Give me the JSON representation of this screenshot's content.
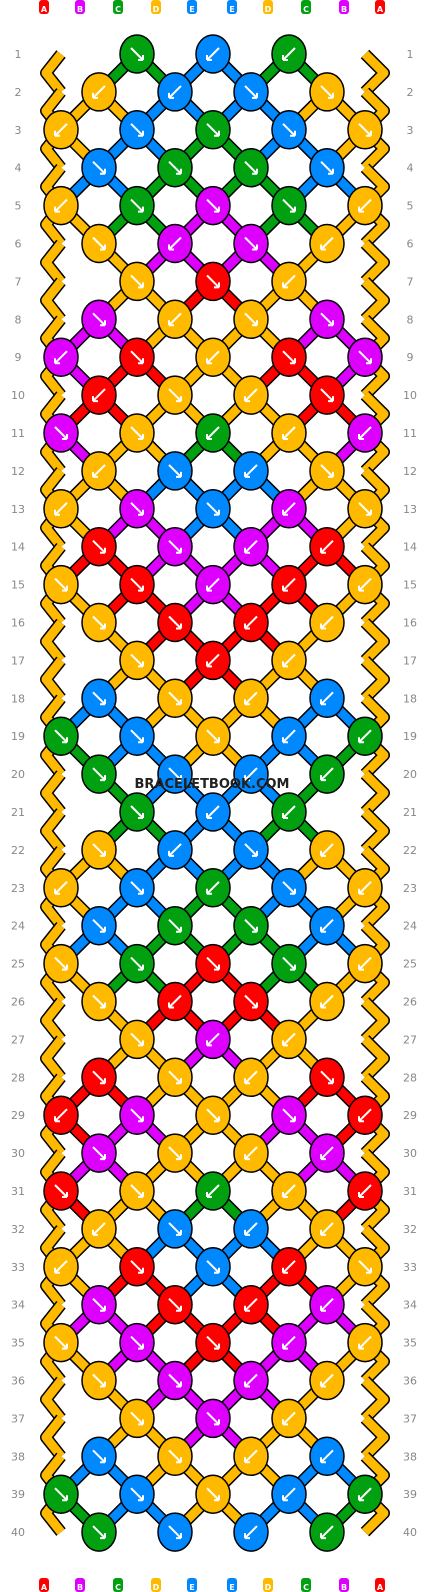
{
  "watermark": "BRACELETBOOK.COM",
  "rows": [
    "1",
    "2",
    "3",
    "4",
    "5",
    "6",
    "7",
    "8",
    "9",
    "10",
    "11",
    "12",
    "13",
    "14",
    "15",
    "16",
    "17",
    "18",
    "19",
    "20",
    "21",
    "22",
    "23",
    "24",
    "25",
    "26",
    "27",
    "28",
    "29",
    "30",
    "31",
    "32",
    "33",
    "34",
    "35",
    "36",
    "37",
    "38",
    "39",
    "40"
  ],
  "strings": [
    {
      "letter": "A",
      "color": "#ff0000"
    },
    {
      "letter": "B",
      "color": "#dd00ff"
    },
    {
      "letter": "C",
      "color": "#00a010"
    },
    {
      "letter": "D",
      "color": "#ffba00"
    },
    {
      "letter": "E",
      "color": "#0088ff"
    },
    {
      "letter": "E",
      "color": "#0088ff"
    },
    {
      "letter": "D",
      "color": "#ffba00"
    },
    {
      "letter": "C",
      "color": "#00a010"
    },
    {
      "letter": "B",
      "color": "#dd00ff"
    },
    {
      "letter": "A",
      "color": "#ff0000"
    }
  ],
  "palette": {
    "A": "#ff0000",
    "B": "#dd00ff",
    "C": "#00a010",
    "D": "#ffba00",
    "E": "#0088ff"
  },
  "knots": [
    [
      "C-dr",
      "E-dl",
      "C-dl"
    ],
    [
      "D-dl",
      "E-dl",
      "E-dr",
      "D-dr"
    ],
    [
      "D-dl",
      "E-dr",
      "C-dr",
      "E-dr",
      "D-dr"
    ],
    [
      "E-dr",
      "C-dr",
      "C-dr",
      "E-dr"
    ],
    [
      "D-dl",
      "C-dr",
      "B-dr",
      "C-dr",
      "D-dl"
    ],
    [
      "D-dr",
      "B-dl",
      "B-dr",
      "D-dl"
    ],
    [
      "D-dr",
      "A-dr",
      "D-dl"
    ],
    [
      "B-dr",
      "D-dl",
      "D-dr",
      "B-dr"
    ],
    [
      "B-dl",
      "A-dr",
      "D-dl",
      "A-dr",
      "B-dr"
    ],
    [
      "A-dl",
      "D-dr",
      "D-dl",
      "A-dr"
    ],
    [
      "B-dr",
      "D-dr",
      "C-dl",
      "D-dl",
      "B-dl"
    ],
    [
      "D-dl",
      "E-dr",
      "E-dl",
      "D-dr"
    ],
    [
      "D-dl",
      "B-dr",
      "E-dr",
      "B-dl",
      "D-dr"
    ],
    [
      "A-dr",
      "B-dr",
      "B-dl",
      "A-dl"
    ],
    [
      "D-dr",
      "A-dr",
      "B-dl",
      "A-dl",
      "D-dl"
    ],
    [
      "D-dr",
      "A-dr",
      "A-dl",
      "D-dl"
    ],
    [
      "D-dr",
      "A-dl",
      "D-dl"
    ],
    [
      "E-dr",
      "D-dr",
      "D-dl",
      "E-dl"
    ],
    [
      "C-dr",
      "E-dr",
      "D-dr",
      "E-dl",
      "C-dl"
    ],
    [
      "C-dr",
      "E-dr",
      "E-dl",
      "C-dl"
    ],
    [
      "C-dr",
      "E-dl",
      "C-dl"
    ],
    [
      "D-dr",
      "E-dl",
      "E-dr",
      "D-dl"
    ],
    [
      "D-dl",
      "E-dr",
      "C-dl",
      "E-dr",
      "D-dl"
    ],
    [
      "E-dr",
      "C-dr",
      "C-dr",
      "E-dl"
    ],
    [
      "D-dr",
      "C-dr",
      "A-dr",
      "C-dr",
      "D-dl"
    ],
    [
      "D-dr",
      "A-dl",
      "A-dr",
      "D-dl"
    ],
    [
      "D-dr",
      "B-dl",
      "D-dl"
    ],
    [
      "A-dr",
      "D-dr",
      "D-dl",
      "A-dr"
    ],
    [
      "A-dl",
      "B-dr",
      "D-dr",
      "B-dr",
      "A-dl"
    ],
    [
      "B-dr",
      "D-dr",
      "D-dl",
      "B-dl"
    ],
    [
      "A-dr",
      "D-dr",
      "C-dl",
      "D-dl",
      "A-dl"
    ],
    [
      "D-dl",
      "E-dr",
      "E-dl",
      "D-dl"
    ],
    [
      "D-dl",
      "A-dr",
      "E-dr",
      "A-dl",
      "D-dr"
    ],
    [
      "B-dr",
      "A-dr",
      "A-dl",
      "B-dl"
    ],
    [
      "D-dr",
      "B-dr",
      "A-dr",
      "B-dl",
      "D-dl"
    ],
    [
      "D-dr",
      "B-dr",
      "B-dl",
      "D-dl"
    ],
    [
      "D-dr",
      "B-dr",
      "D-dl"
    ],
    [
      "E-dr",
      "D-dr",
      "D-dl",
      "E-dl"
    ],
    [
      "C-dr",
      "E-dr",
      "D-dr",
      "E-dl",
      "C-dl"
    ],
    [
      "C-dr",
      "E-dr",
      "E-dl",
      "C-dl"
    ]
  ]
}
